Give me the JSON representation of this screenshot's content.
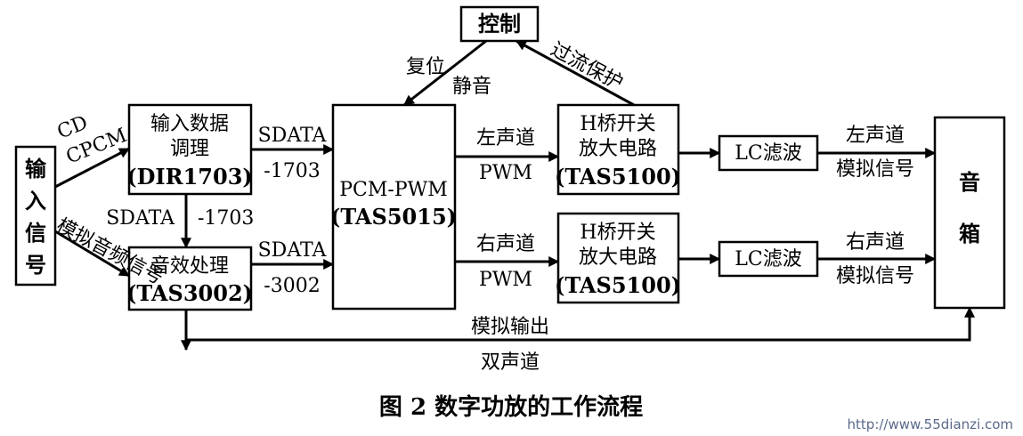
{
  "nodes": {
    "input_signal": {
      "text": "输入信号"
    },
    "input_conditioning": {
      "line1": "输入数据",
      "line2": "调理",
      "line3": "(DIR1703)"
    },
    "effects": {
      "line1": "音效处理",
      "line2": "(TAS3002)"
    },
    "pcm_pwm": {
      "line1": "PCM-PWM",
      "line2": "(TAS5015)"
    },
    "control": {
      "text": "控制"
    },
    "hbridge_left": {
      "line1": "H桥开关",
      "line2": "放大电路",
      "line3": "(TAS5100)"
    },
    "hbridge_right": {
      "line1": "H桥开关",
      "line2": "放大电路",
      "line3": "(TAS5100)"
    },
    "lc_left": {
      "text": "LC滤波"
    },
    "lc_right": {
      "text": "LC滤波"
    },
    "speaker": {
      "text": "音箱"
    }
  },
  "edges": {
    "cd_cpcm": {
      "line1": "CD",
      "line2": "CPCM"
    },
    "analog_audio": {
      "text": "模拟音频信号"
    },
    "sdata_1703_h": {
      "line1": "SDATA",
      "line2": "-1703"
    },
    "sdata_1703_v": {
      "left": "SDATA",
      "right": "-1703"
    },
    "sdata_3002": {
      "line1": "SDATA",
      "line2": "-3002"
    },
    "reset": {
      "text": "复位"
    },
    "mute": {
      "text": "静音"
    },
    "overcurrent": {
      "text": "过流保护"
    },
    "left_pwm": {
      "line1": "左声道",
      "line2": "PWM"
    },
    "right_pwm": {
      "line1": "右声道",
      "line2": "PWM"
    },
    "left_analog": {
      "line1": "左声道",
      "line2": "模拟信号"
    },
    "right_analog": {
      "line1": "右声道",
      "line2": "模拟信号"
    },
    "analog_out": {
      "text": "模拟输出"
    },
    "dual_channel": {
      "text": "双声道"
    }
  },
  "caption": {
    "text": "图 2  数字功放的工作流程"
  },
  "watermark": {
    "text": "http://www.55dianzi.com"
  }
}
